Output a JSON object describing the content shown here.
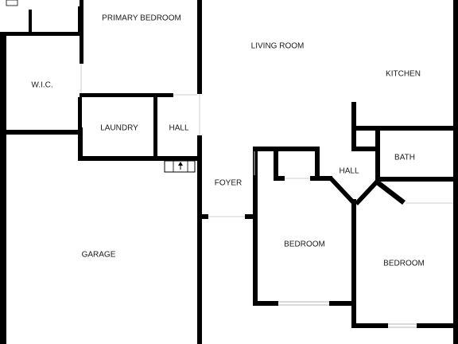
{
  "floor_plan": {
    "rooms": {
      "primary_bedroom": "PRIMARY BEDROOM",
      "living_room": "LIVING ROOM",
      "kitchen": "KITCHEN",
      "wic": "W.I.C.",
      "laundry": "LAUNDRY",
      "hall_left": "HALL",
      "hall_center": "HALL",
      "bath": "BATH",
      "foyer": "FOYER",
      "bedroom_center": "BEDROOM",
      "bedroom_right": "BEDROOM",
      "garage": "GARAGE"
    },
    "colors": {
      "wall": "#000000",
      "background": "#ffffff",
      "label": "#1a1a1a"
    }
  }
}
